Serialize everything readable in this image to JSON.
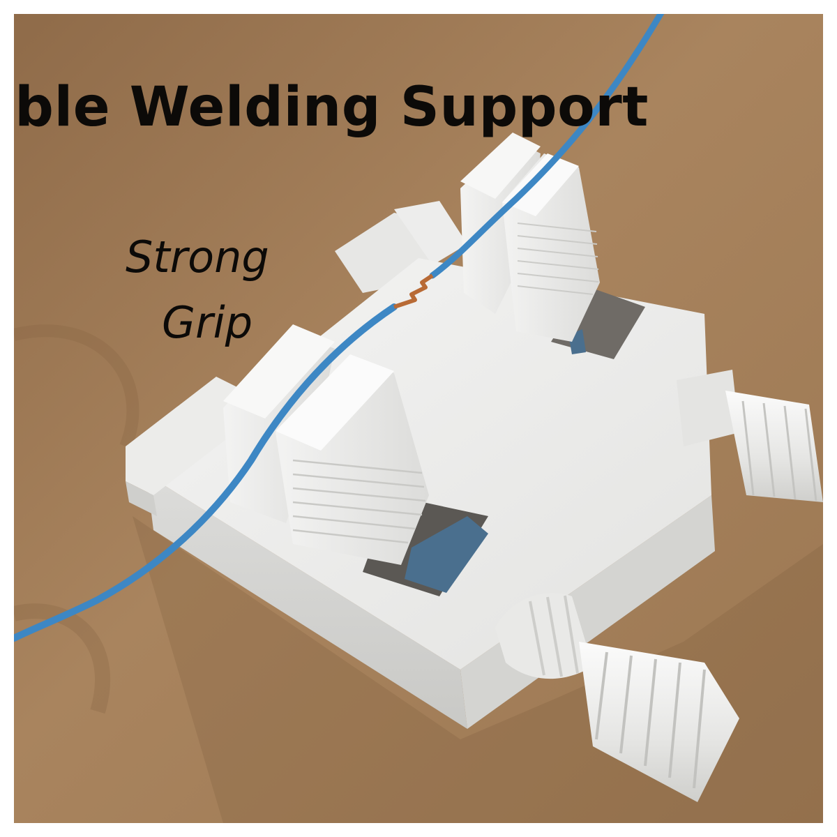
{
  "overlay": {
    "title": "able Welding Support",
    "caption_line1": "Strong",
    "caption_line2": "Grip"
  },
  "colors": {
    "background": "#ffffff",
    "surface": "#a27d58",
    "device": "#eeeeee",
    "wire": "#3d87c4",
    "copper": "#b86a35",
    "spring": "#4a6f8e",
    "text": "#0c0a08"
  },
  "objects": [
    "surface",
    "welding-support-base",
    "clamp-jaws",
    "adjustment-knob",
    "blue-wire",
    "copper-splice",
    "spring-insert"
  ]
}
